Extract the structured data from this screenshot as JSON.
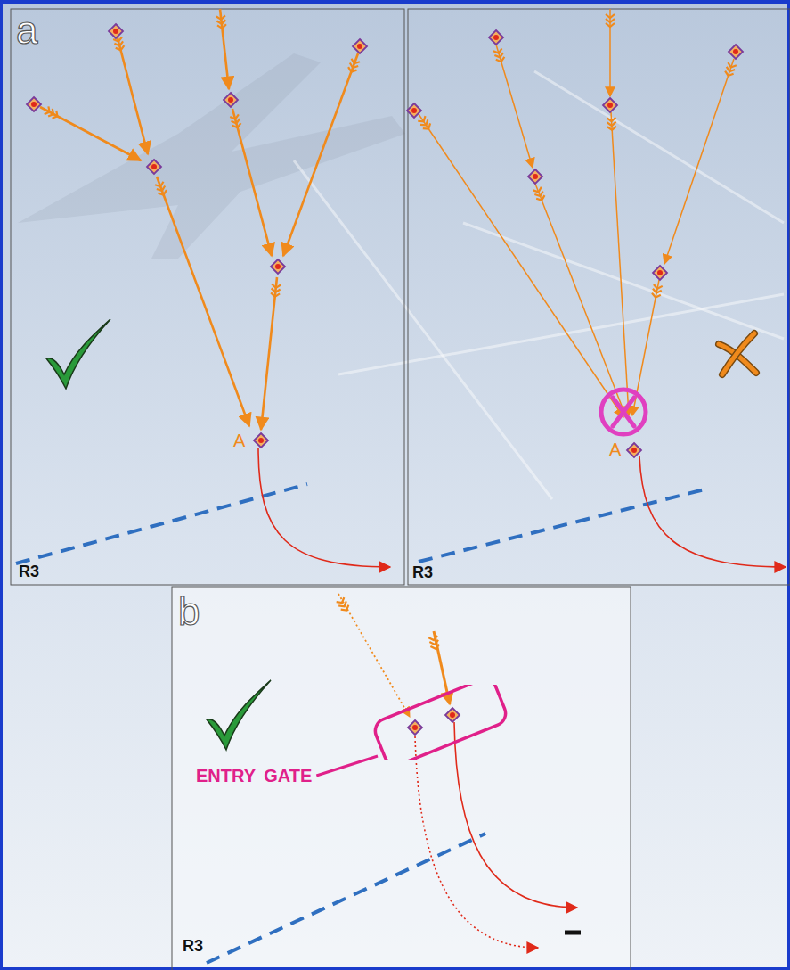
{
  "diagram": {
    "nodes": [
      {
        "text": [
          "ENTRY GATE"
        ]
      }
    ],
    "labels": [
      "a",
      "A",
      "R3",
      "A",
      "R3",
      "b",
      "R3"
    ]
  }
}
